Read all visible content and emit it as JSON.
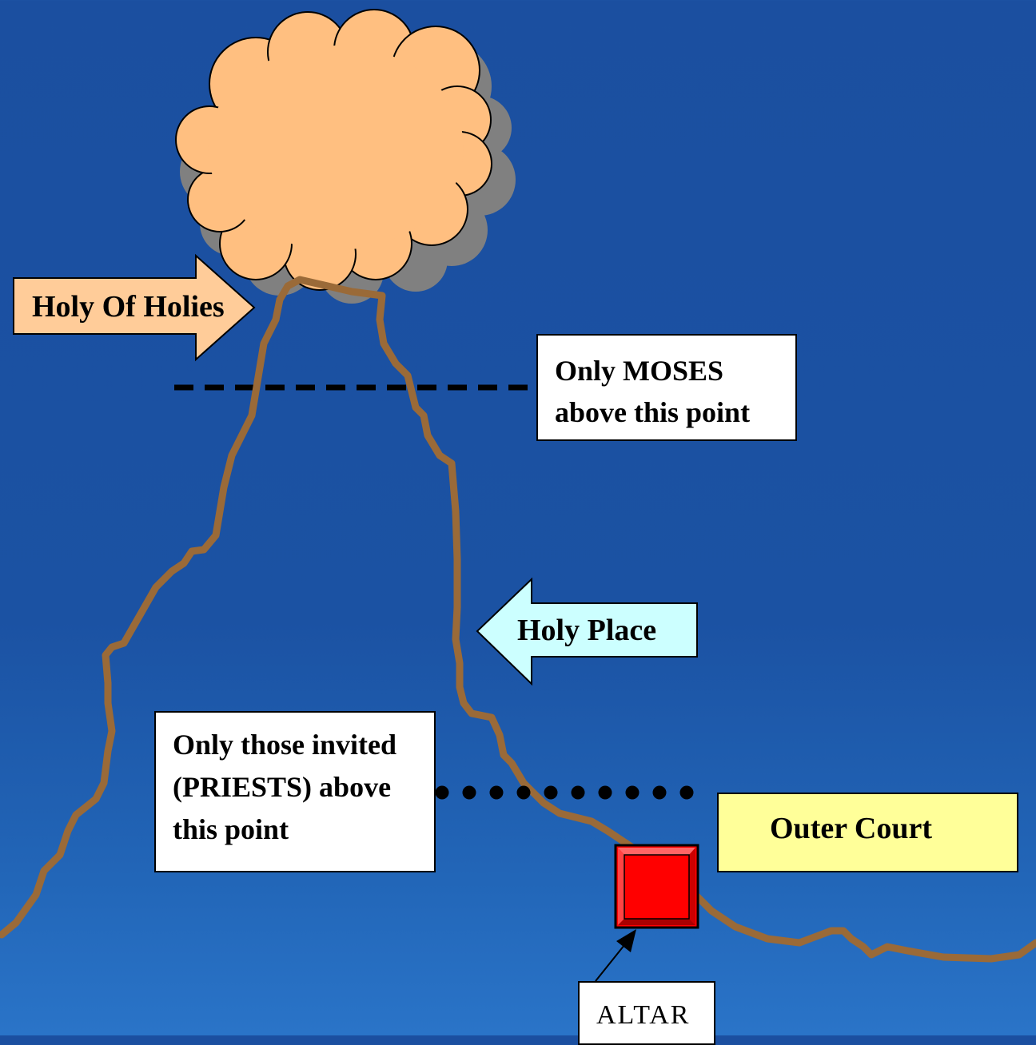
{
  "labels": {
    "holy_of_holies": "Holy Of Holies",
    "holy_place": "Holy Place"
  },
  "boxes": {
    "moses": [
      "Only MOSES",
      "above this point"
    ],
    "priests": [
      "Only those invited",
      "(PRIESTS) above",
      "this point"
    ],
    "outer_court": "Outer Court",
    "altar": "ALTAR"
  },
  "colors": {
    "background": "#1b4fa0",
    "cloud": "#ffbf80",
    "cloud_shadow": "#808080",
    "mountain": "#9a6a38",
    "holy_of_holies_arrow": "#ffcc99",
    "holy_place_arrow": "#ccffff",
    "outer_court_box": "#ffff99",
    "altar": "#ff0000"
  }
}
